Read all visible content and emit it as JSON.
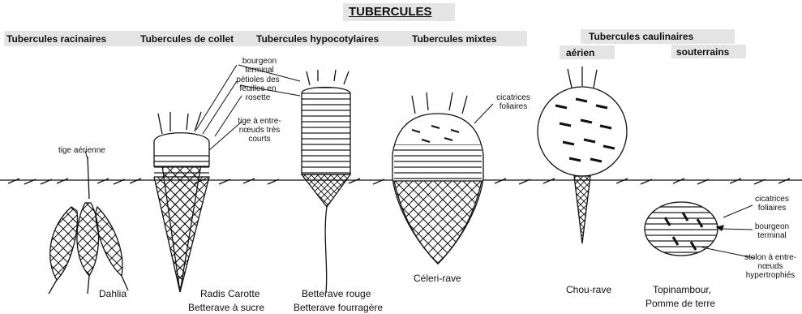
{
  "title": "TUBERCULES",
  "headers": {
    "racinaires": "Tubercules racinaires",
    "collet": "Tubercules de collet",
    "hypocotylaires": "Tubercules hypocotylaires",
    "mixtes": "Tubercules mixtes",
    "caulinaires": "Tubercules caulinaires",
    "aerien": "aérien",
    "souterrains": "souterrains"
  },
  "labels": {
    "tige_aerienne": "tige aérienne",
    "bourgeon_terminal": "bourgeon terminal",
    "petioles": "pétioles des feuilles en rosette",
    "tige_entre_noeuds": "tige à entre-nœuds très courts",
    "cicatrices_mixtes": "cicatrices foliaires",
    "cicatrices_topi": "cicatrices foliaires",
    "bourgeon_topi": "bourgeon terminal",
    "stolon": "stolon à entre-nœuds hypertrophiés"
  },
  "names": {
    "dahlia": "Dahlia",
    "radis": "Radis  Carotte",
    "betterave_sucre": "Betterave à sucre",
    "betterave_rouge": "Betterave rouge",
    "betterave_fourragere": "Betterave fourragère",
    "celeri": "Céleri-rave",
    "chou": "Chou-rave",
    "topinambour": "Topinambour,",
    "pomme": "Pomme de terre"
  }
}
